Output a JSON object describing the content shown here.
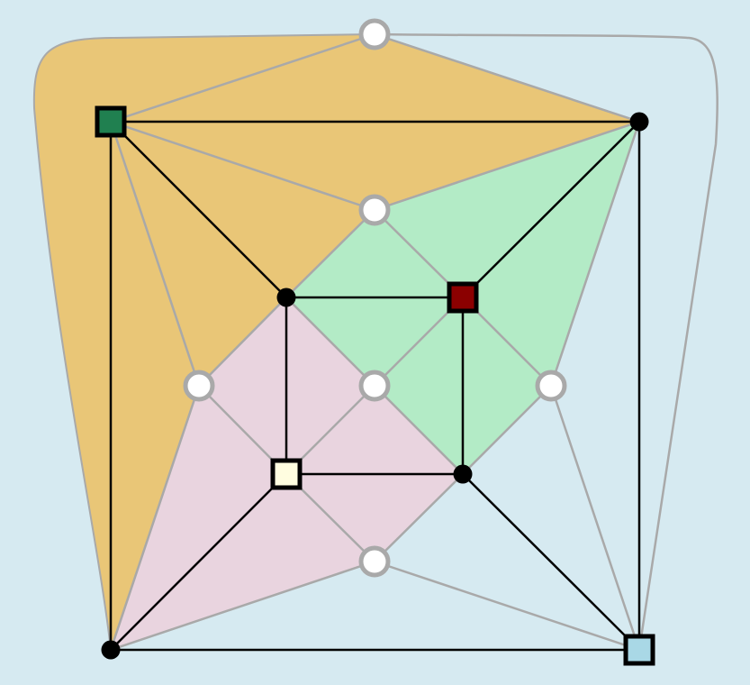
{
  "colors": {
    "background": "#d6eaf1",
    "face_orange": "#e9c677",
    "face_green": "#b3ebc6",
    "face_pink": "#e9d4df",
    "gray_edge": "#a9a9a9",
    "black_edge": "#000000",
    "white_node_fill": "#ffffff",
    "white_node_stroke": "#a9a9a9"
  },
  "nodes": {
    "black": [
      "b-top-right",
      "b-center",
      "b-lower-right",
      "b-bottom-left"
    ],
    "squares": [
      {
        "id": "sq-green",
        "color": "#208050"
      },
      {
        "id": "sq-red",
        "color": "#8b0000"
      },
      {
        "id": "sq-yellow",
        "color": "#fffde0"
      },
      {
        "id": "sq-blue",
        "color": "#a9d8e6"
      }
    ],
    "white": [
      "w-top",
      "w-upper-mid",
      "w-left",
      "w-center",
      "w-right",
      "w-bottom"
    ]
  },
  "edges": {
    "black": [
      [
        "sq-green",
        "b-top-right"
      ],
      [
        "sq-green",
        "b-center"
      ],
      [
        "sq-green",
        "b-bottom-left"
      ],
      [
        "b-top-right",
        "sq-red"
      ],
      [
        "b-top-right",
        "sq-blue"
      ],
      [
        "b-center",
        "sq-red"
      ],
      [
        "b-center",
        "sq-yellow"
      ],
      [
        "sq-red",
        "b-lower-right"
      ],
      [
        "sq-yellow",
        "b-lower-right"
      ],
      [
        "sq-yellow",
        "b-bottom-left"
      ],
      [
        "b-lower-right",
        "sq-blue"
      ],
      [
        "b-bottom-left",
        "sq-blue"
      ]
    ],
    "gray": [
      [
        "w-top",
        "sq-green"
      ],
      [
        "w-top",
        "b-top-right"
      ],
      [
        "w-upper-mid",
        "sq-green"
      ],
      [
        "w-upper-mid",
        "b-top-right"
      ],
      [
        "w-upper-mid",
        "sq-red"
      ],
      [
        "w-upper-mid",
        "b-center"
      ],
      [
        "w-left",
        "sq-green"
      ],
      [
        "w-left",
        "b-center"
      ],
      [
        "w-left",
        "sq-yellow"
      ],
      [
        "w-left",
        "b-bottom-left"
      ],
      [
        "w-center",
        "b-center"
      ],
      [
        "w-center",
        "sq-red"
      ],
      [
        "w-center",
        "sq-yellow"
      ],
      [
        "w-center",
        "b-lower-right"
      ],
      [
        "w-right",
        "b-top-right"
      ],
      [
        "w-right",
        "sq-red"
      ],
      [
        "w-right",
        "b-lower-right"
      ],
      [
        "w-right",
        "sq-blue"
      ],
      [
        "w-bottom",
        "sq-yellow"
      ],
      [
        "w-bottom",
        "b-lower-right"
      ],
      [
        "w-bottom",
        "b-bottom-left"
      ],
      [
        "w-bottom",
        "sq-blue"
      ]
    ]
  }
}
